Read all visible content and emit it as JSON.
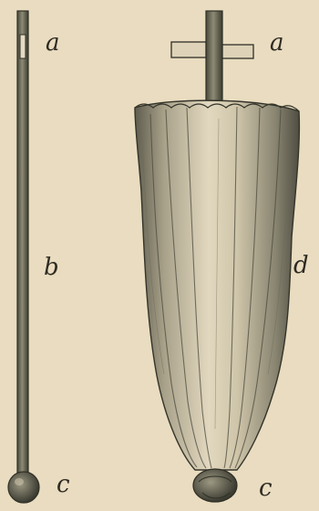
{
  "figure": {
    "labels": {
      "rod_top": "a",
      "rod_shaft": "b",
      "rod_ball": "c",
      "bag_crossbar": "a",
      "bag_body": "d",
      "bag_tie": "c"
    },
    "colors": {
      "paper": "#e9dcc0",
      "ink": "#3a3a30",
      "bag_fill": "#d6cbb0",
      "bag_shade": "#6f6c5c"
    }
  }
}
